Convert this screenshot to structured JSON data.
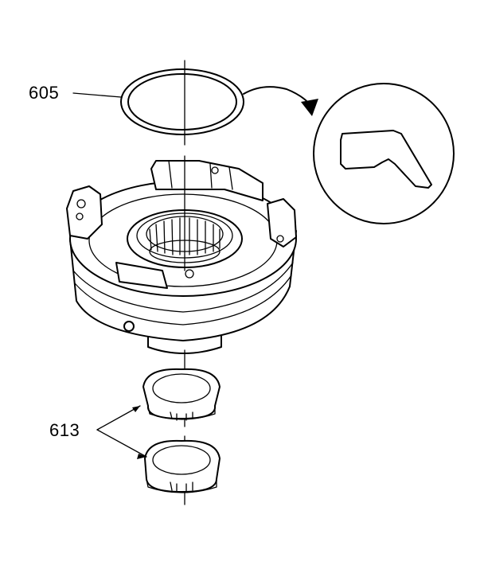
{
  "callouts": {
    "ring_label": "605",
    "bearing_label": "613"
  },
  "colors": {
    "line": "#000000",
    "background": "#ffffff"
  },
  "icons": {
    "detail_view": "section-profile-magnifier",
    "arrow": "curved-arrow"
  }
}
